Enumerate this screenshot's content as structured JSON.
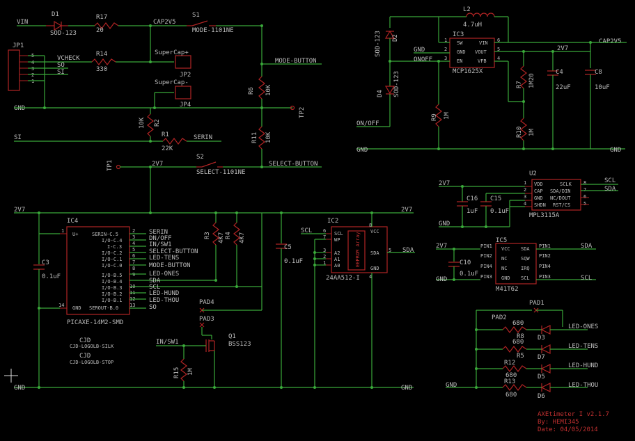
{
  "nets": {
    "vin": "VIN",
    "cap2v5": "CAP2V5",
    "vcheck": "VCHECK",
    "so": "SO",
    "si": "SI",
    "gnd": "GND",
    "serin": "SERIN",
    "v2": "2V7",
    "mode_button": "MODE-BUTTON",
    "select_button": "SELECT-BUTTON",
    "onoff": "ONOFF",
    "on_off": "ON/OFF",
    "select_button_lc": "SELECT-BUTTON",
    "dn_off": "DN/OFF",
    "in_sw1": "IN/SW1",
    "led_tens": "LED-TENS",
    "mode_button_lc": "MODE-BUTTON",
    "led_ones": "LED-ONES",
    "sda": "SDA",
    "scl": "SCL",
    "led_hund": "LED-HUND",
    "led_thou": "LED-THOU",
    "pin1": "PIN1",
    "pin2": "PIN2",
    "pin3": "PIN3",
    "pin4": "PIN4"
  },
  "parts": {
    "d1": {
      "ref": "D1",
      "value": "SOD-123"
    },
    "r17": {
      "ref": "R17",
      "value": "20"
    },
    "s1": {
      "ref": "S1",
      "value": "MODE-1101NE"
    },
    "jp1": {
      "ref": "JP1",
      "pins": [
        "5",
        "4",
        "3",
        "2",
        "1"
      ]
    },
    "r14": {
      "ref": "R14",
      "value": "330"
    },
    "supercap_p": "SuperCap+",
    "jp2": "JP2",
    "supercap_m": "SuperCap-",
    "jp4": "JP4",
    "r6": {
      "ref": "R6",
      "value": "10K"
    },
    "tp2": "TP2",
    "r2": {
      "ref": "R2",
      "value": "10K"
    },
    "r1": {
      "ref": "R1",
      "value": "22K"
    },
    "r11": {
      "ref": "R11",
      "value": "10K"
    },
    "tp1": "TP1",
    "s2": {
      "ref": "S2",
      "value": "SELECT-1101NE"
    },
    "d2": {
      "ref": "D2",
      "value": "SOD-123"
    },
    "d4": {
      "ref": "D4",
      "value": "SOD-123"
    },
    "l2": {
      "ref": "L2",
      "value": "4.7uH"
    },
    "ic3": {
      "ref": "IC3",
      "value": "MCP1625X",
      "pins_left": [
        "SW",
        "GND",
        "EN"
      ],
      "pins_right": [
        "VIN",
        "VOUT",
        "VFB"
      ],
      "nums_left": [
        "1",
        "2",
        "3"
      ],
      "nums_right": [
        "6",
        "5",
        "4"
      ]
    },
    "r7": {
      "ref": "R7",
      "value": "1M20"
    },
    "c4": {
      "ref": "C4",
      "value": "22uF"
    },
    "c8": {
      "ref": "C8",
      "value": "10uF"
    },
    "r9": {
      "ref": "R9",
      "value": "1M"
    },
    "r10": {
      "ref": "R10",
      "value": "1M"
    },
    "u2": {
      "ref": "U2",
      "value": "MPL3115A",
      "pins_left": [
        "VDD",
        "CAP",
        "GND",
        "SHDN"
      ],
      "pins_right": [
        "SCLK",
        "SDA/DIN",
        "NC/DOUT",
        "RST/CS"
      ],
      "nums_left": [
        "1",
        "2",
        "3",
        "4"
      ],
      "nums_right": [
        "8",
        "7",
        "6",
        "5"
      ]
    },
    "c16": {
      "ref": "C16",
      "value": "1uF"
    },
    "c15": {
      "ref": "C15",
      "value": "0.1uF"
    },
    "ic4": {
      "ref": "IC4",
      "value": "PICAXE-14M2-SMD",
      "pins": [
        "U+",
        "SERIN-C.5",
        "I/O-C.4",
        "I-C.3",
        "I/O-C.2",
        "I/O-C.1",
        "I/O-C.0",
        "I/O-B.5",
        "I/O-B.4",
        "I/O-B.3",
        "I/O-B.2",
        "I/O-B.1",
        "GND",
        "SEROUT-B.0"
      ],
      "nums_l": [
        "1",
        "14"
      ],
      "nums_r": [
        "2",
        "3",
        "4",
        "5",
        "6",
        "7",
        "8",
        "9",
        "10",
        "11",
        "12",
        "13"
      ]
    },
    "c3": {
      "ref": "C3",
      "value": "0.1uF"
    },
    "r3": {
      "ref": "R3",
      "value": "4K7"
    },
    "r4": {
      "ref": "R4",
      "value": "4K7"
    },
    "c5": {
      "ref": "C5",
      "value": "0.1uF"
    },
    "ic2": {
      "ref": "IC2",
      "value": "24AA512-I",
      "pins_left": [
        "SCL",
        "WP",
        "A2",
        "A1",
        "A0"
      ],
      "nums_left": [
        "6",
        "7",
        "3",
        "2",
        "1"
      ],
      "vcc": "VCC",
      "sda": "SDA",
      "gnd": "GND",
      "vcc_num": "8",
      "sda_num": "5",
      "gnd_num": "4",
      "array": "EEPROM Array"
    },
    "ic5": {
      "ref": "IC5",
      "value": "M41T62",
      "pins_left": [
        "VCC",
        "NC",
        "NC",
        "GND"
      ],
      "pins_right": [
        "SDA",
        "SQW",
        "IRQ",
        "SCL"
      ]
    },
    "c10": {
      "ref": "C10",
      "value": "0.1uF"
    },
    "pad4": "PAD4",
    "pad3": "PAD3",
    "pad2": "PAD2",
    "pad1": "PAD1",
    "q1": {
      "ref": "Q1",
      "value": "BSS123"
    },
    "r15": {
      "ref": "R15",
      "value": "1M"
    },
    "r8": {
      "ref": "R8",
      "value": "680"
    },
    "r5": {
      "ref": "R5",
      "value": "680"
    },
    "r12": {
      "ref": "R12",
      "value": "680"
    },
    "r13": {
      "ref": "R13",
      "value": "680"
    },
    "d3": "D3",
    "d7": "D7",
    "d5": "D5",
    "d6": "D6",
    "r6680": "680"
  },
  "logos": {
    "cjd": "CJD",
    "silk": "CJD-LOGOLB-SILK",
    "stop": "CJD-LOGOLB-STOP"
  },
  "title_block": {
    "title": "AXEtimeter I v2.1.7",
    "by": "By: HEMI345",
    "date": "Date: 04/05/2014"
  }
}
